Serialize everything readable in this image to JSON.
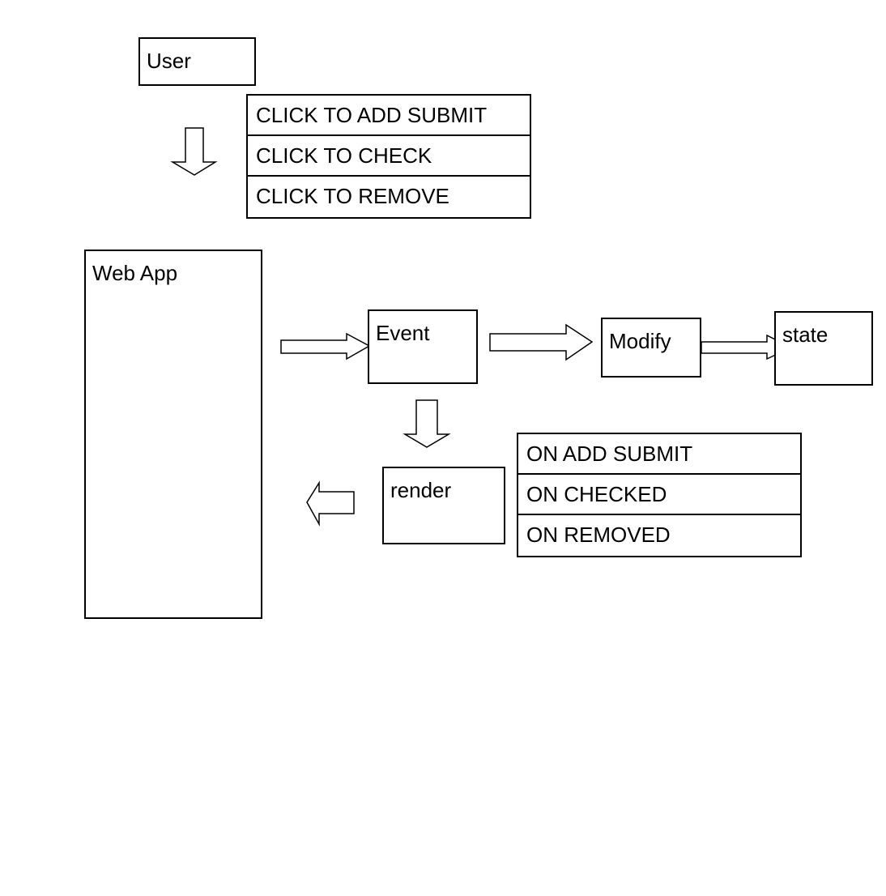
{
  "nodes": {
    "user": "User",
    "web_app": "Web App",
    "event": "Event",
    "modify": "Modify",
    "state": "state",
    "render": "render"
  },
  "user_actions": [
    "CLICK TO ADD SUBMIT",
    "CLICK TO CHECK",
    "CLICK TO REMOVE"
  ],
  "event_handlers": [
    "ON ADD SUBMIT",
    "ON CHECKED",
    "ON REMOVED"
  ],
  "arrows": [
    {
      "from": "User",
      "to": "Web App",
      "direction": "down"
    },
    {
      "from": "Web App",
      "to": "Event",
      "direction": "right"
    },
    {
      "from": "Event",
      "to": "Modify",
      "direction": "right"
    },
    {
      "from": "Modify",
      "to": "state",
      "direction": "right"
    },
    {
      "from": "Event",
      "to": "render",
      "direction": "down"
    },
    {
      "from": "render",
      "to": "Web App",
      "direction": "left"
    }
  ]
}
